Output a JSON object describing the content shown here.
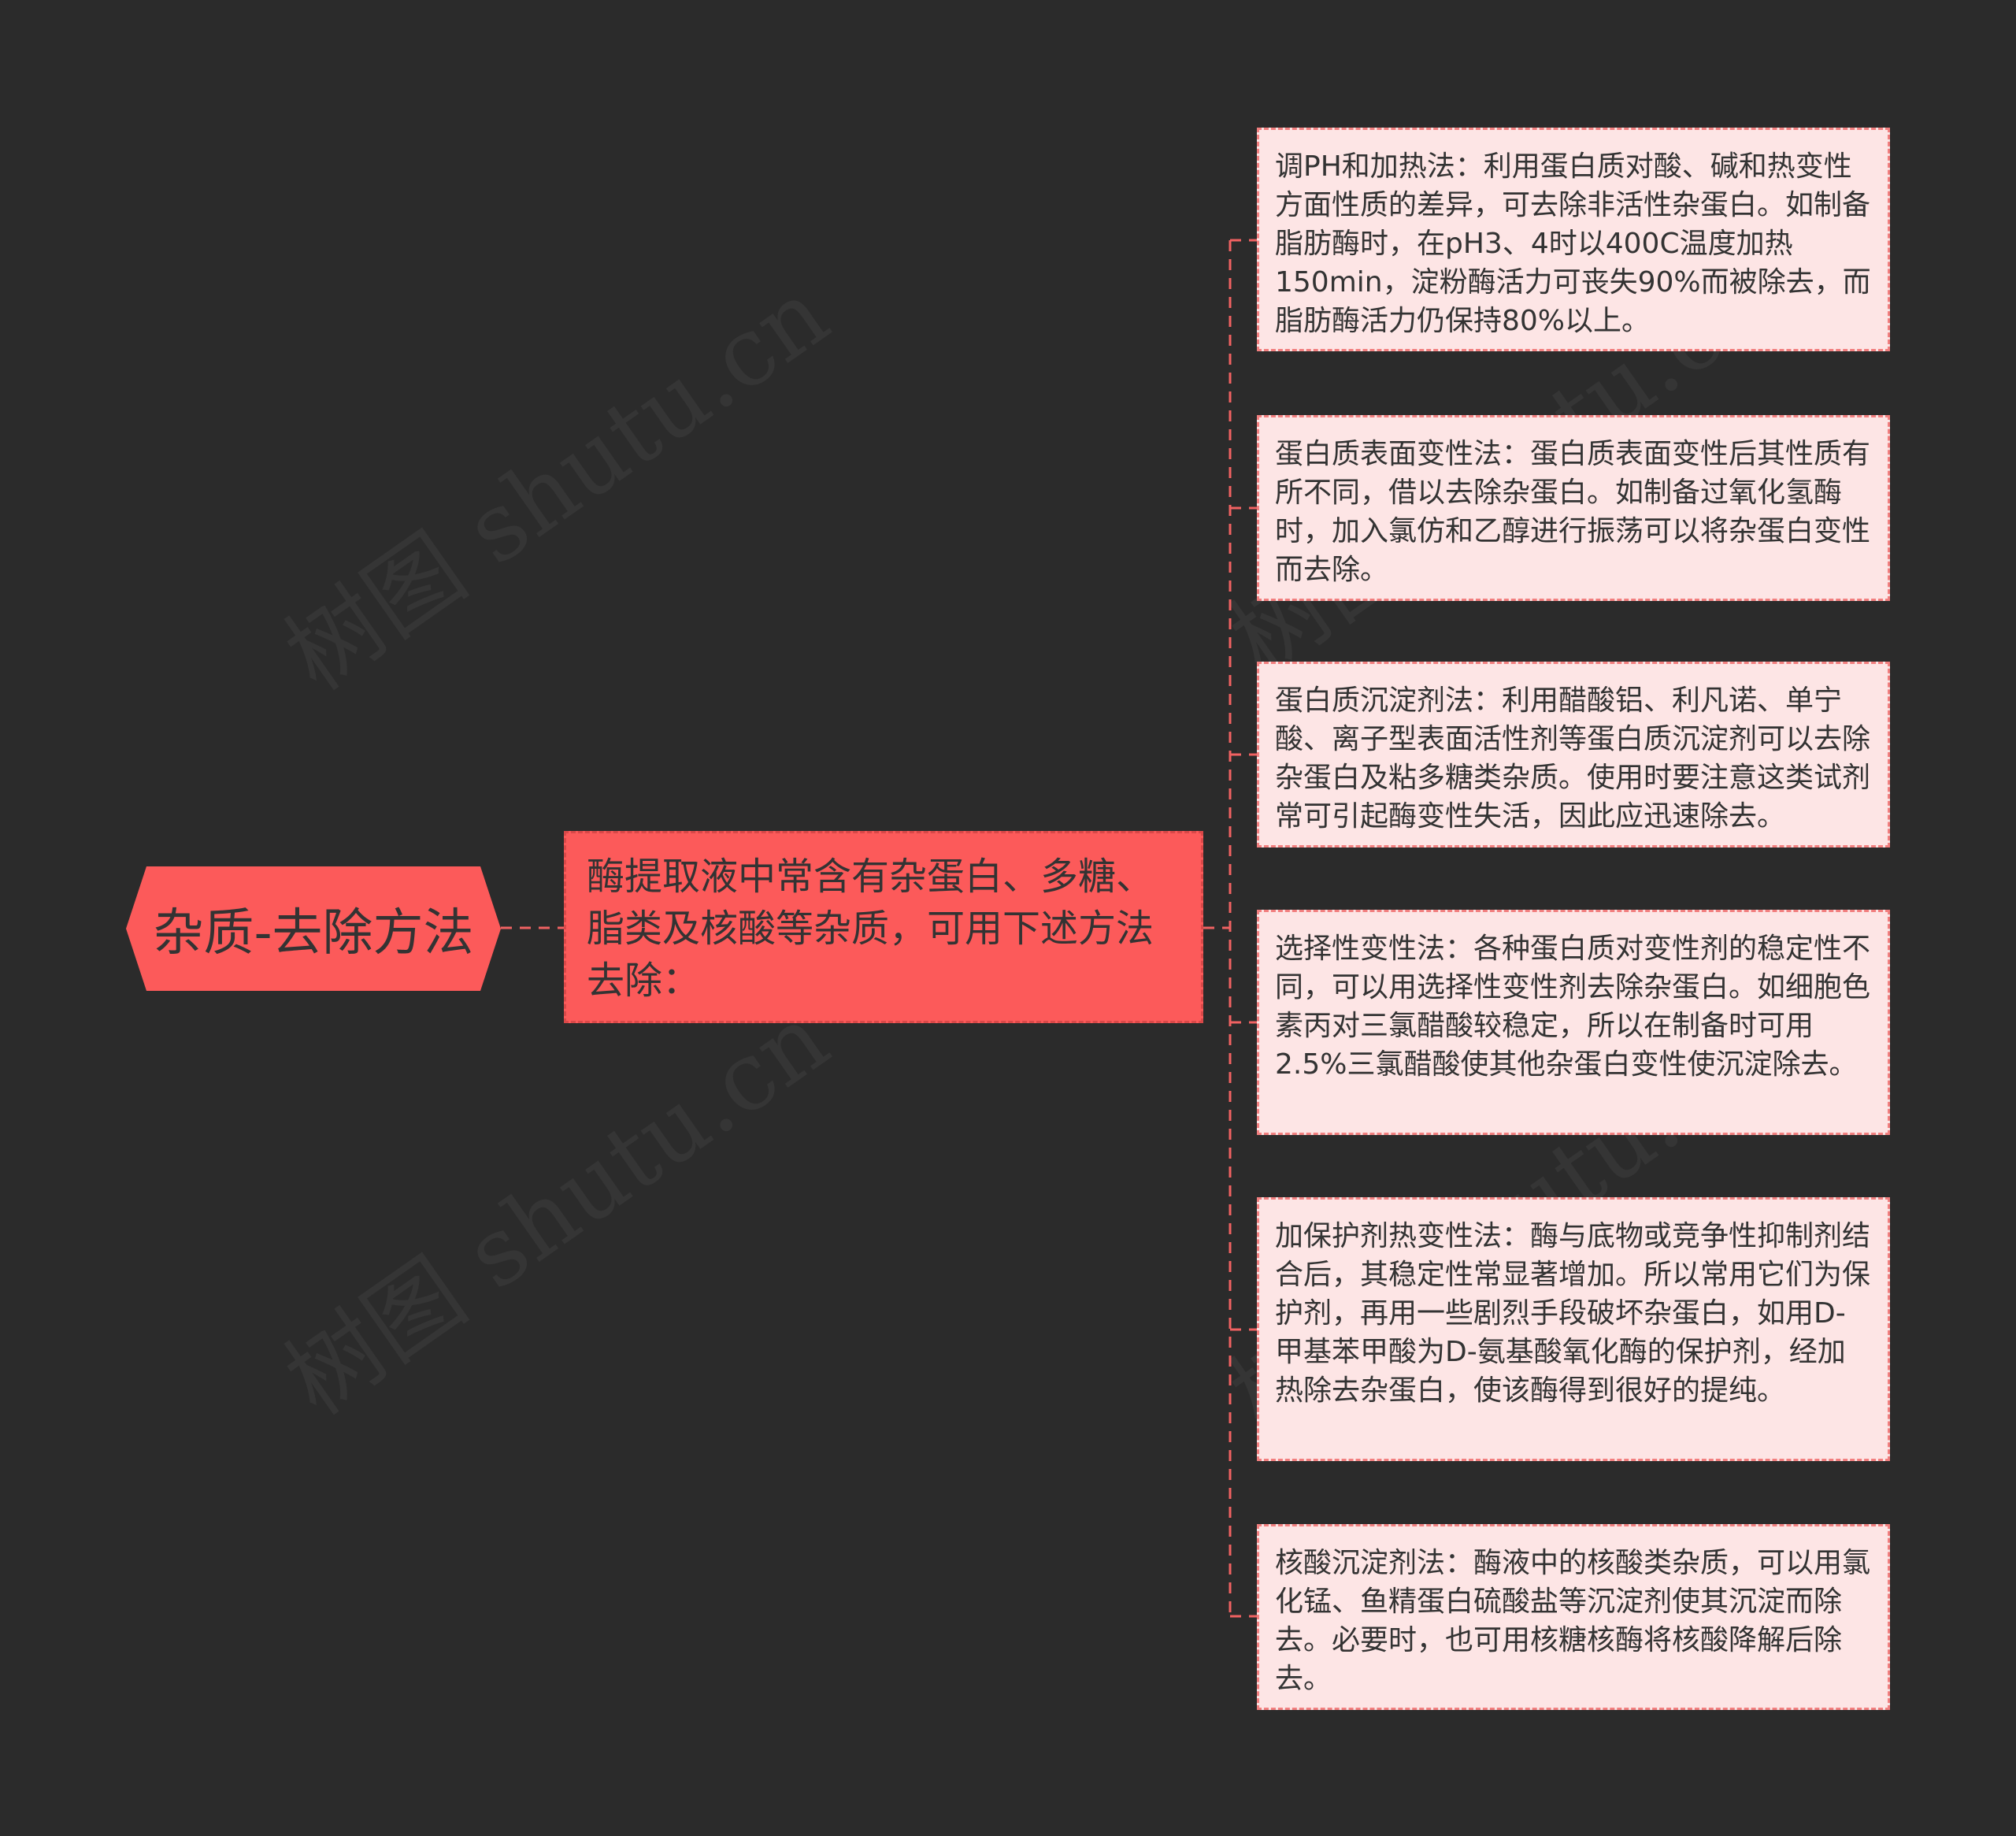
{
  "colors": {
    "background": "#2b2b2b",
    "root_fill": "#fc5a5a",
    "mid_fill": "#fc5a5a",
    "leaf_fill": "#fde5e5",
    "connector": "#f06262",
    "text": "#333333"
  },
  "root": {
    "label": "杂质-去除方法"
  },
  "mid": {
    "label": "酶提取液中常含有杂蛋白、多糖、脂类及核酸等杂质，可用下述方法去除："
  },
  "leaves": [
    {
      "label": "调PH和加热法：利用蛋白质对酸、碱和热变性方面性质的差异，可去除非活性杂蛋白。如制备脂肪酶时，在pH3、4时以400C温度加热150min，淀粉酶活力可丧失90%而被除去，而脂肪酶活力仍保持80%以上。"
    },
    {
      "label": "蛋白质表面变性法：蛋白质表面变性后其性质有所不同，借以去除杂蛋白。如制备过氧化氢酶时，加入氯仿和乙醇进行振荡可以将杂蛋白变性而去除。"
    },
    {
      "label": "蛋白质沉淀剂法：利用醋酸铝、利凡诺、单宁酸、离子型表面活性剂等蛋白质沉淀剂可以去除杂蛋白及粘多糖类杂质。使用时要注意这类试剂常可引起酶变性失活，因此应迅速除去。"
    },
    {
      "label": "选择性变性法：各种蛋白质对变性剂的稳定性不同，可以用选择性变性剂去除杂蛋白。如细胞色素丙对三氯醋酸较稳定，所以在制备时可用2.5%三氯醋酸使其他杂蛋白变性使沉淀除去。"
    },
    {
      "label": "加保护剂热变性法：酶与底物或竞争性抑制剂结合后，其稳定性常显著增加。所以常用它们为保护剂，再用一些剧烈手段破坏杂蛋白，如用D-甲基苯甲酸为D-氨基酸氧化酶的保护剂，经加热除去杂蛋白，使该酶得到很好的提纯。"
    },
    {
      "label": "核酸沉淀剂法：酶液中的核酸类杂质，可以用氯化锰、鱼精蛋白硫酸盐等沉淀剂使其沉淀而除去。必要时，也可用核糖核酶将核酸降解后除去。"
    }
  ]
}
